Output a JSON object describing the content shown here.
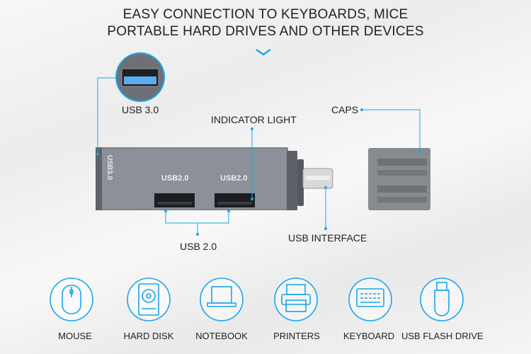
{
  "headline": {
    "line1": "EASY CONNECTION TO KEYBOARDS, MICE",
    "line2": "PORTABLE HARD DRIVES AND OTHER DEVICES"
  },
  "accent_color": "#1aa7e8",
  "callouts": {
    "usb30": "USB 3.0",
    "indicator": "INDICATOR LIGHT",
    "caps": "CAPS",
    "usb20": "USB 2.0",
    "interface": "USB INTERFACE"
  },
  "device_text": {
    "side": "USB3.0",
    "port1": "USB2.0",
    "port2": "USB2.0"
  },
  "devices": [
    {
      "label": "MOUSE",
      "icon": "mouse-icon"
    },
    {
      "label": "HARD DISK",
      "icon": "hard-disk-icon"
    },
    {
      "label": "NOTEBOOK",
      "icon": "laptop-icon"
    },
    {
      "label": "PRINTERS",
      "icon": "printer-icon"
    },
    {
      "label": "KEYBOARD",
      "icon": "keyboard-icon"
    },
    {
      "label": "USB FLASH DRIVE",
      "icon": "usb-flash-drive-icon"
    }
  ]
}
